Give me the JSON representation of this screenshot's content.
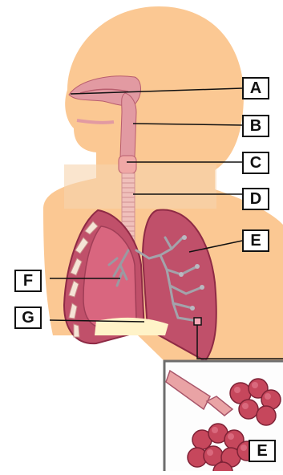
{
  "labels": {
    "a": "A",
    "b": "B",
    "c": "C",
    "d": "D",
    "e": "E",
    "f": "F",
    "g": "G",
    "inset": "E"
  },
  "colors": {
    "skin": "#fbc893",
    "lung": "#c0506a",
    "lung_dark": "#8e2a45",
    "airway": "#e29aa2",
    "trachea": "#f0c0bb",
    "rib": "#f5e3d6",
    "inset_border": "#6d6d6d"
  }
}
